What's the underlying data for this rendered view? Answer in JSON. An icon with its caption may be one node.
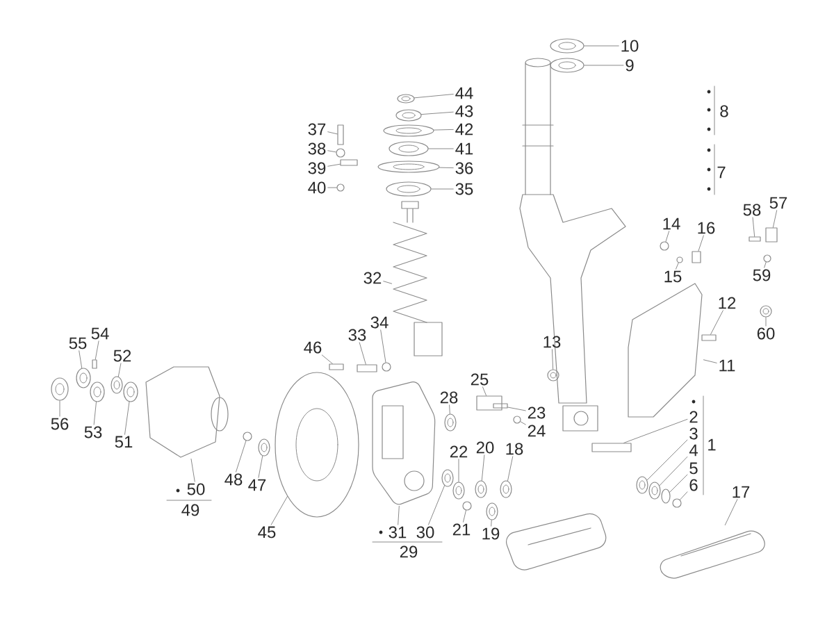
{
  "diagram": {
    "nodes": [
      {
        "text": [
          "10"
        ]
      },
      {
        "text": [
          "9"
        ]
      },
      {
        "text": [
          "44"
        ]
      },
      {
        "text": [
          "43"
        ]
      },
      {
        "text": [
          "42"
        ]
      },
      {
        "text": [
          "37"
        ]
      },
      {
        "text": [
          "41"
        ]
      },
      {
        "text": [
          "38"
        ]
      },
      {
        "text": [
          "39"
        ]
      },
      {
        "text": [
          "36"
        ]
      },
      {
        "text": [
          "40"
        ]
      },
      {
        "text": [
          "35"
        ]
      },
      {
        "text": [
          "57"
        ]
      },
      {
        "text": [
          "58"
        ]
      },
      {
        "text": [
          "14"
        ]
      },
      {
        "text": [
          "16"
        ]
      },
      {
        "text": [
          "15"
        ]
      },
      {
        "text": [
          "59"
        ]
      },
      {
        "text": [
          "32"
        ]
      },
      {
        "text": [
          "12"
        ]
      },
      {
        "text": [
          "34"
        ]
      },
      {
        "text": [
          "60"
        ]
      },
      {
        "text": [
          "33"
        ]
      },
      {
        "text": [
          "13"
        ]
      },
      {
        "text": [
          "46"
        ]
      },
      {
        "text": [
          "55"
        ]
      },
      {
        "text": [
          "54"
        ]
      },
      {
        "text": [
          "52"
        ]
      },
      {
        "text": [
          "11"
        ]
      },
      {
        "text": [
          "25"
        ]
      },
      {
        "text": [
          "28"
        ]
      },
      {
        "text": [
          "23"
        ]
      },
      {
        "text": [
          "24"
        ]
      },
      {
        "text": [
          "2"
        ]
      },
      {
        "text": [
          "3"
        ]
      },
      {
        "text": [
          "56"
        ]
      },
      {
        "text": [
          "53"
        ]
      },
      {
        "text": [
          "4"
        ]
      },
      {
        "text": [
          "51"
        ]
      },
      {
        "text": [
          "22"
        ]
      },
      {
        "text": [
          "20"
        ]
      },
      {
        "text": [
          "18"
        ]
      },
      {
        "text": [
          "5"
        ]
      },
      {
        "text": [
          "48"
        ]
      },
      {
        "text": [
          "47"
        ]
      },
      {
        "text": [
          "6"
        ]
      },
      {
        "text": [
          "50"
        ]
      },
      {
        "text": [
          "17"
        ]
      },
      {
        "text": [
          "45"
        ]
      },
      {
        "text": [
          "31"
        ]
      },
      {
        "text": [
          "30"
        ]
      },
      {
        "text": [
          "21"
        ]
      },
      {
        "text": [
          "19"
        ]
      },
      {
        "text": [],
        "shape": "circle"
      },
      {
        "text": [],
        "shape": "circle"
      },
      {
        "text": [],
        "shape": "circle"
      },
      {
        "text": [],
        "shape": "circle"
      },
      {
        "text": [],
        "shape": "circle"
      },
      {
        "text": [],
        "shape": "box"
      },
      {
        "text": [],
        "shape": "circle"
      },
      {
        "text": [],
        "shape": "circle"
      },
      {
        "text": [],
        "shape": "box"
      },
      {
        "text": [],
        "shape": "circle"
      },
      {
        "text": [],
        "shape": "circle"
      },
      {
        "text": [],
        "shape": "circle"
      },
      {
        "text": [],
        "shape": "box"
      },
      {
        "text": [],
        "shape": "box"
      },
      {
        "text": [],
        "shape": "circle"
      },
      {
        "text": [],
        "shape": "box"
      },
      {
        "text": [],
        "shape": "circle"
      },
      {
        "text": [],
        "shape": "circle"
      },
      {
        "text": [],
        "shape": "picture"
      },
      {
        "text": [],
        "shape": "box"
      },
      {
        "text": [],
        "shape": "circle"
      },
      {
        "text": [],
        "shape": "circle"
      },
      {
        "text": [],
        "shape": "box"
      },
      {
        "text": [],
        "shape": "circle"
      },
      {
        "text": [],
        "shape": "box"
      },
      {
        "text": [],
        "shape": "circle"
      },
      {
        "text": [],
        "shape": "box"
      },
      {
        "text": [],
        "shape": "circle"
      },
      {
        "text": [],
        "shape": "picture"
      },
      {
        "text": [],
        "shape": "box"
      },
      {
        "text": [],
        "shape": "circle"
      },
      {
        "text": [],
        "shape": "box"
      },
      {
        "text": [],
        "shape": "circle"
      },
      {
        "text": [],
        "shape": "box"
      },
      {
        "text": [],
        "shape": "circle"
      },
      {
        "text": [],
        "shape": "circle"
      },
      {
        "text": [],
        "shape": "circle"
      },
      {
        "text": [],
        "shape": "circle"
      },
      {
        "text": [],
        "shape": "circle"
      },
      {
        "text": [],
        "shape": "circle"
      },
      {
        "text": [],
        "shape": "circle"
      },
      {
        "text": [],
        "shape": "circle"
      },
      {
        "text": [],
        "shape": "circle"
      },
      {
        "text": [],
        "shape": "circle"
      },
      {
        "text": [],
        "shape": "circle"
      },
      {
        "text": [],
        "shape": "circle"
      },
      {
        "text": [],
        "shape": "picture"
      },
      {
        "text": [],
        "shape": "picture"
      },
      {
        "text": [],
        "shape": "circle"
      },
      {
        "text": [],
        "shape": "picture"
      },
      {
        "text": [],
        "shape": "circle"
      },
      {
        "text": [],
        "shape": "circle"
      },
      {
        "text": [],
        "shape": "circle"
      }
    ],
    "edges": [
      {
        "from": 0,
        "to": 53,
        "arrow": "none"
      },
      {
        "from": 1,
        "to": 54,
        "arrow": "none"
      },
      {
        "from": 2,
        "to": 55,
        "arrow": "none"
      },
      {
        "from": 3,
        "to": 56,
        "arrow": "none"
      },
      {
        "from": 4,
        "to": 57,
        "arrow": "none"
      },
      {
        "from": 5,
        "to": 58,
        "arrow": "none"
      },
      {
        "from": 6,
        "to": 59,
        "arrow": "none"
      },
      {
        "from": 7,
        "to": 60,
        "arrow": "none"
      },
      {
        "from": 8,
        "to": 61,
        "arrow": "none"
      },
      {
        "from": 9,
        "to": 62,
        "arrow": "none"
      },
      {
        "from": 10,
        "to": 63,
        "arrow": "none"
      },
      {
        "from": 11,
        "to": 64,
        "arrow": "none"
      },
      {
        "from": 12,
        "to": 65,
        "arrow": "none"
      },
      {
        "from": 13,
        "to": 66,
        "arrow": "none"
      },
      {
        "from": 14,
        "to": 67,
        "arrow": "none"
      },
      {
        "from": 15,
        "to": 68,
        "arrow": "none"
      },
      {
        "from": 16,
        "to": 69,
        "arrow": "none"
      },
      {
        "from": 17,
        "to": 70,
        "arrow": "none"
      },
      {
        "from": 18,
        "to": 71,
        "arrow": "none"
      },
      {
        "from": 19,
        "to": 72,
        "arrow": "none"
      },
      {
        "from": 20,
        "to": 73,
        "arrow": "none"
      },
      {
        "from": 21,
        "to": 74,
        "arrow": "none"
      },
      {
        "from": 22,
        "to": 75,
        "arrow": "none"
      },
      {
        "from": 23,
        "to": 76,
        "arrow": "none"
      },
      {
        "from": 24,
        "to": 77,
        "arrow": "none"
      },
      {
        "from": 25,
        "to": 78,
        "arrow": "none"
      },
      {
        "from": 26,
        "to": 79,
        "arrow": "none"
      },
      {
        "from": 27,
        "to": 80,
        "arrow": "none"
      },
      {
        "from": 28,
        "to": 81,
        "arrow": "none"
      },
      {
        "from": 29,
        "to": 82,
        "arrow": "none"
      },
      {
        "from": 30,
        "to": 83,
        "arrow": "none"
      },
      {
        "from": 31,
        "to": 84,
        "arrow": "none"
      },
      {
        "from": 32,
        "to": 85,
        "arrow": "none"
      },
      {
        "from": 33,
        "to": 86,
        "arrow": "none"
      },
      {
        "from": 34,
        "to": 87,
        "arrow": "none"
      },
      {
        "from": 35,
        "to": 88,
        "arrow": "none"
      },
      {
        "from": 36,
        "to": 89,
        "arrow": "none"
      },
      {
        "from": 37,
        "to": 90,
        "arrow": "none"
      },
      {
        "from": 38,
        "to": 91,
        "arrow": "none"
      },
      {
        "from": 39,
        "to": 92,
        "arrow": "none"
      },
      {
        "from": 40,
        "to": 93,
        "arrow": "none"
      },
      {
        "from": 41,
        "to": 94,
        "arrow": "none"
      },
      {
        "from": 42,
        "to": 95,
        "arrow": "none"
      },
      {
        "from": 43,
        "to": 96,
        "arrow": "none"
      },
      {
        "from": 44,
        "to": 97,
        "arrow": "none"
      },
      {
        "from": 45,
        "to": 98,
        "arrow": "none"
      },
      {
        "from": 46,
        "to": 99,
        "arrow": "none"
      },
      {
        "from": 47,
        "to": 100,
        "arrow": "none"
      },
      {
        "from": 48,
        "to": 101,
        "arrow": "none"
      },
      {
        "from": 49,
        "to": 102,
        "arrow": "none"
      },
      {
        "from": 50,
        "to": 103,
        "arrow": "none"
      },
      {
        "from": 51,
        "to": 104,
        "arrow": "none"
      },
      {
        "from": 52,
        "to": 105,
        "arrow": "none"
      }
    ],
    "labels": [
      "8",
      "7",
      "1",
      "49",
      "29"
    ]
  }
}
